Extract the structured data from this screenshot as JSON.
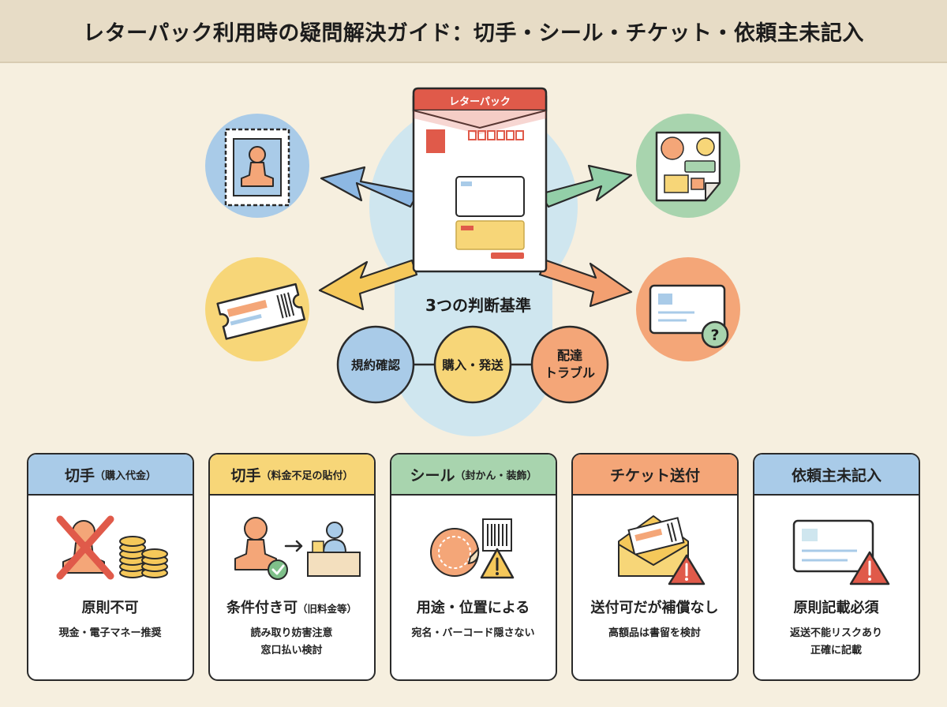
{
  "title": "レターパック利用時の疑問解決ガイド：切手・シール・チケット・依頼主未記入",
  "colors": {
    "background": "#f6efdf",
    "blue": "#a9cbe8",
    "yellow": "#f7d678",
    "green": "#a8d4ae",
    "orange": "#f4a678",
    "red": "#e05a4a",
    "light_blue": "#cfe6ef"
  },
  "envelope": {
    "label": "レターパック"
  },
  "criteria": {
    "heading": "3つの判断基準",
    "items": [
      {
        "label": "規約確認",
        "color": "#a9cbe8"
      },
      {
        "label": "購入・発送",
        "color": "#f7d678"
      },
      {
        "label_line1": "配達",
        "label_line2": "トラブル",
        "color": "#f4a678"
      }
    ]
  },
  "corner_icons": [
    {
      "name": "stamp-icon",
      "color": "#a9cbe8"
    },
    {
      "name": "sticker-icon",
      "color": "#a8d4ae"
    },
    {
      "name": "ticket-icon",
      "color": "#f7d678"
    },
    {
      "name": "card-question-icon",
      "color": "#f4a678"
    }
  ],
  "cards": [
    {
      "head": "切手",
      "head_note": "（購入代金）",
      "head_color": "#a9cbe8",
      "icon": "coins-crossed-stamp-icon",
      "main": "原則不可",
      "main_note": "",
      "sub_lines": [
        "現金・電子マネー推奨"
      ]
    },
    {
      "head": "切手",
      "head_note": "（料金不足の貼付）",
      "head_color": "#f7d678",
      "icon": "stamp-to-counter-icon",
      "main": "条件付き可",
      "main_note": "（旧料金等）",
      "sub_lines": [
        "読み取り妨害注意",
        "窓口払い検討"
      ]
    },
    {
      "head": "シール",
      "head_note": "（封かん・装飾）",
      "head_color": "#a8d4ae",
      "icon": "sticker-barcode-warning-icon",
      "main": "用途・位置による",
      "main_note": "",
      "sub_lines": [
        "宛名・バーコード隠さない"
      ]
    },
    {
      "head": "チケット送付",
      "head_note": "",
      "head_color": "#f4a678",
      "icon": "envelope-ticket-warning-icon",
      "main": "送付可だが補償なし",
      "main_note": "",
      "sub_lines": [
        "高額品は書留を検討"
      ]
    },
    {
      "head": "依頼主未記入",
      "head_note": "",
      "head_color": "#a9cbe8",
      "icon": "card-warning-icon",
      "main": "原則記載必須",
      "main_note": "",
      "sub_lines": [
        "返送不能リスクあり",
        "正確に記載"
      ]
    }
  ]
}
